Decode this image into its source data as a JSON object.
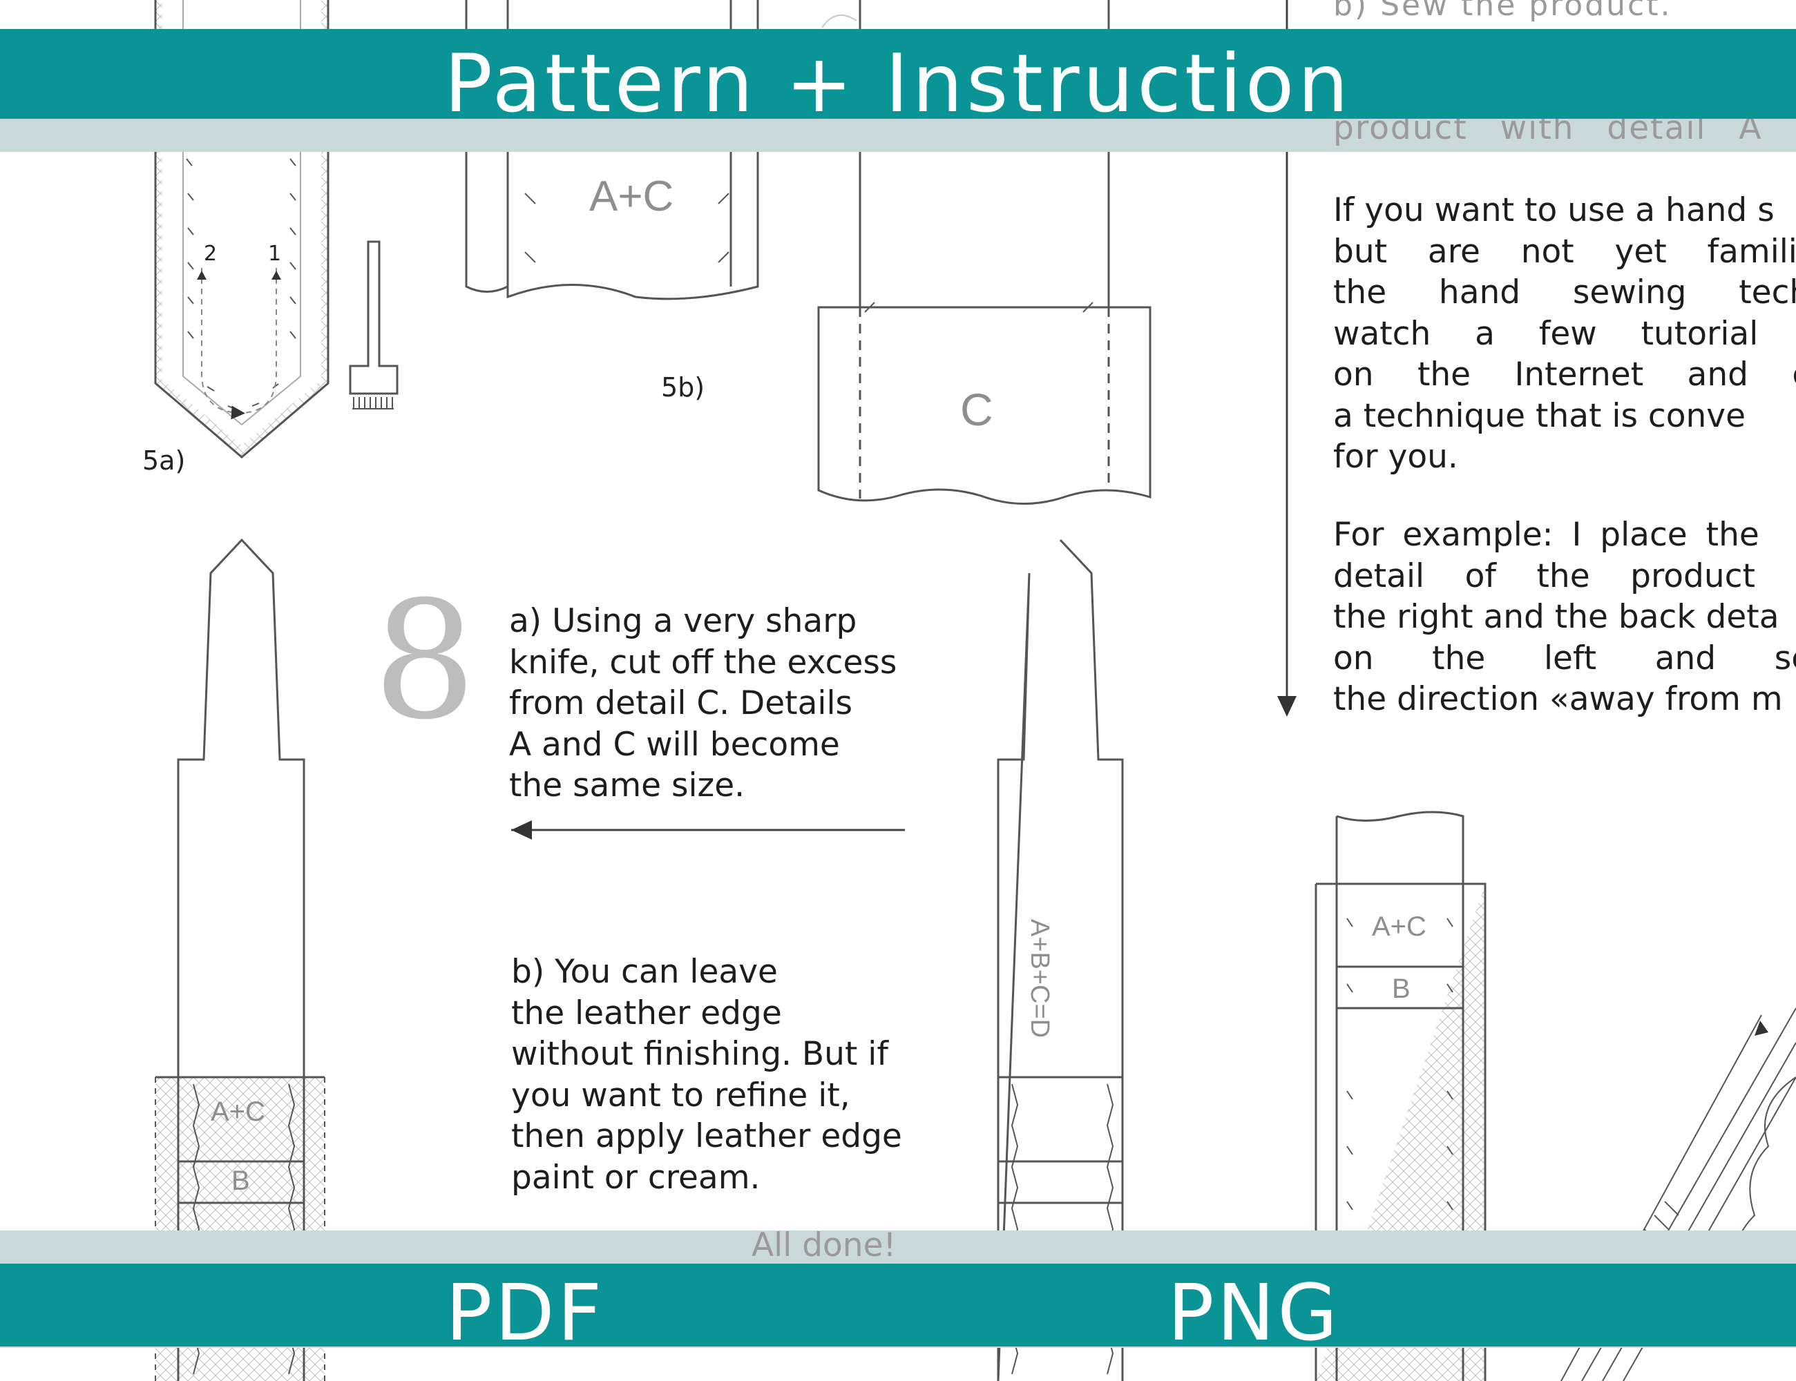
{
  "banner": {
    "title": "Pattern + Instruction",
    "formats": [
      "PDF",
      "PNG"
    ]
  },
  "colors": {
    "teal": "#0a9496",
    "light_band": "#c9d8d9",
    "line": "#555555",
    "label_gray": "#8e8e8e"
  },
  "figures": {
    "fig_5a": "5a)",
    "fig_5b": "5b)",
    "stitch_order": [
      "2",
      "1"
    ]
  },
  "detail_labels": {
    "a_plus_c": "A+C",
    "c": "C",
    "b": "B",
    "a_b_c_d": "A+B+C=D"
  },
  "step8": {
    "number": "8",
    "part_a_lines": [
      "a) Using a very sharp",
      "knife, cut off the excess",
      "from detail C. Details",
      "A and C will become",
      "the same size."
    ],
    "part_b_lines": [
      "b) You can leave",
      "the leather edge",
      "without finishing. But if",
      "you want to refine it,",
      "then apply leather edge",
      "paint or cream."
    ],
    "done": "All done!"
  },
  "right_column": {
    "top_partial": "b) Sew the product.",
    "partial_line": "product with detail A",
    "para1_lines": [
      "If you want to use a hand s",
      "but are not yet familiar",
      "the hand sewing techn",
      "watch a few tutorial vi",
      "on the Internet and ch",
      "a technique that is conve",
      "for you."
    ],
    "para2_lines": [
      "For example: I place the",
      "detail of the product (A",
      "the right and the back deta",
      "on the left and sev",
      "the direction «away from m"
    ]
  }
}
